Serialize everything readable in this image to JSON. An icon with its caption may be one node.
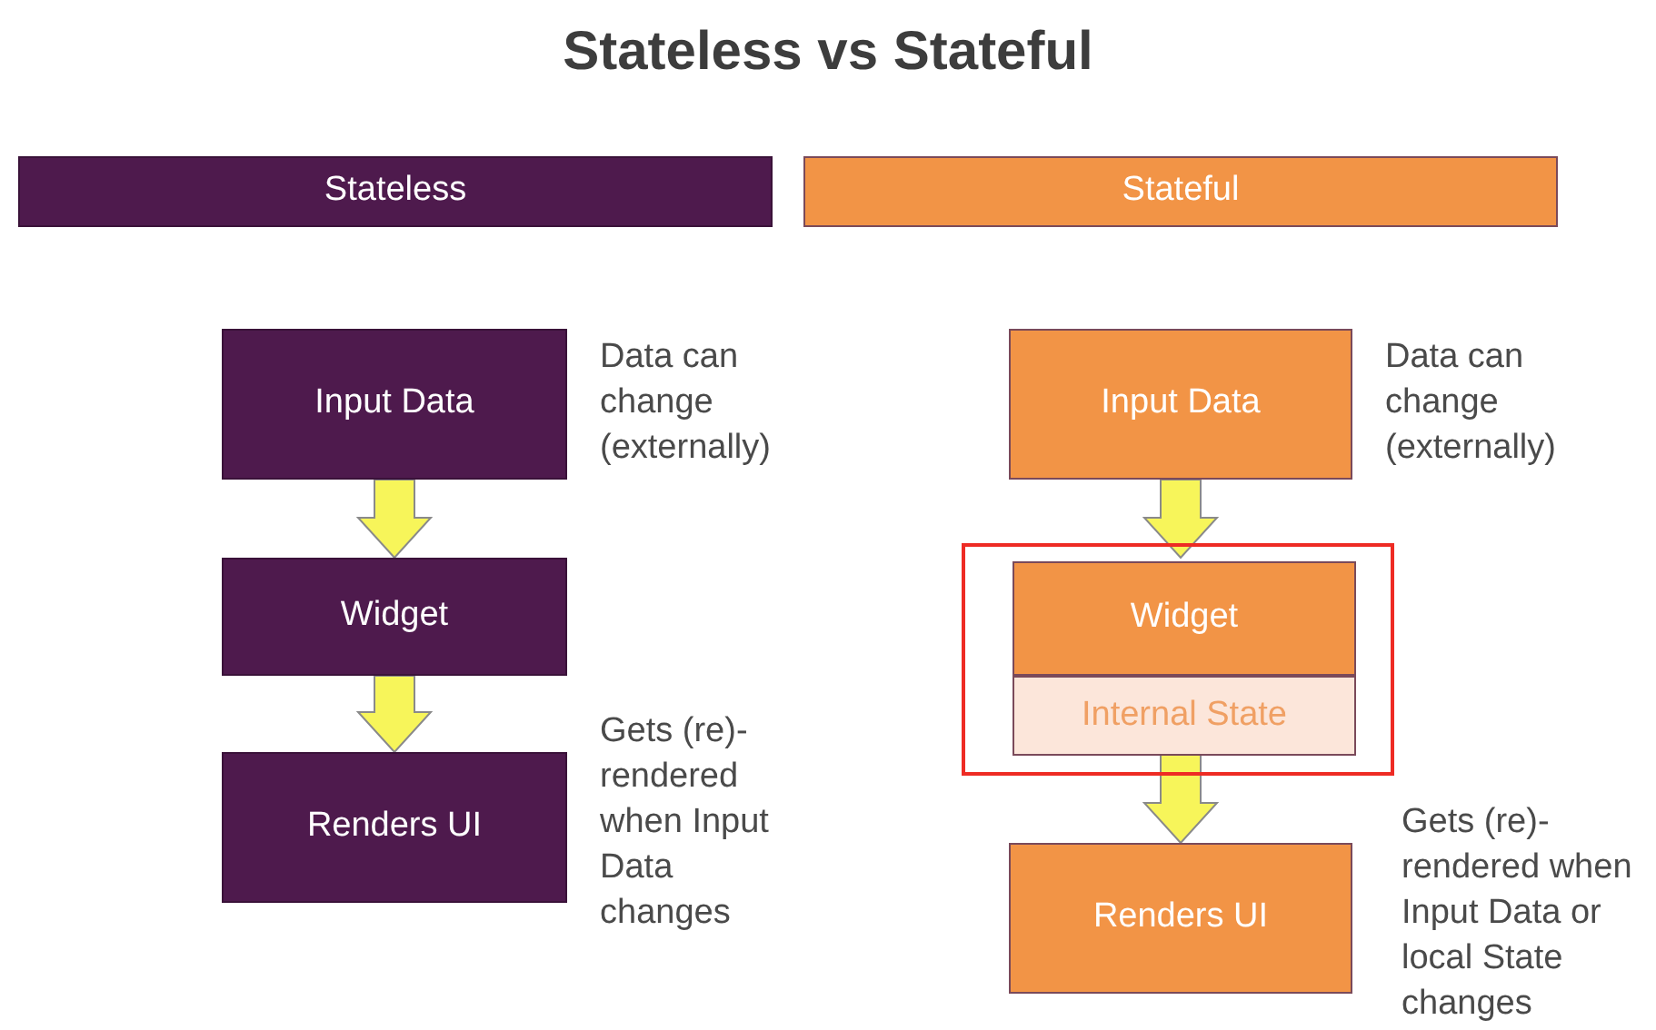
{
  "diagram": {
    "title": "Stateless vs Stateful",
    "nodes": [
      {
        "text": [
          "Stateless"
        ]
      },
      {
        "text": [
          "Stateful"
        ]
      },
      {
        "text": [
          "Input Data"
        ],
        "beside": [
          "Data can change (externally)"
        ]
      },
      {
        "text": [
          "Widget"
        ]
      },
      {
        "text": [
          "Renders UI"
        ],
        "beside": [
          "Gets (re)-rendered when Input Data changes"
        ]
      },
      {
        "text": [
          "Input Data"
        ],
        "beside": [
          "Data can change (externally)"
        ]
      },
      {
        "text": [],
        "shape": "box"
      },
      {
        "text": [
          "Widget"
        ],
        "in": 6
      },
      {
        "text": [
          "Internal State"
        ],
        "in": 6
      },
      {
        "text": [
          "Renders UI"
        ],
        "beside": [
          "Gets (re)-rendered when Input Data or local State changes"
        ]
      }
    ],
    "edges": [
      {
        "from": 2,
        "to": 3,
        "arrow": "to",
        "style": "thick"
      },
      {
        "from": 3,
        "to": 4,
        "arrow": "to",
        "style": "thick"
      },
      {
        "from": 5,
        "to": 7,
        "arrow": "to",
        "style": "thick"
      },
      {
        "from": 8,
        "to": 9,
        "arrow": "to",
        "style": "thick"
      }
    ]
  }
}
